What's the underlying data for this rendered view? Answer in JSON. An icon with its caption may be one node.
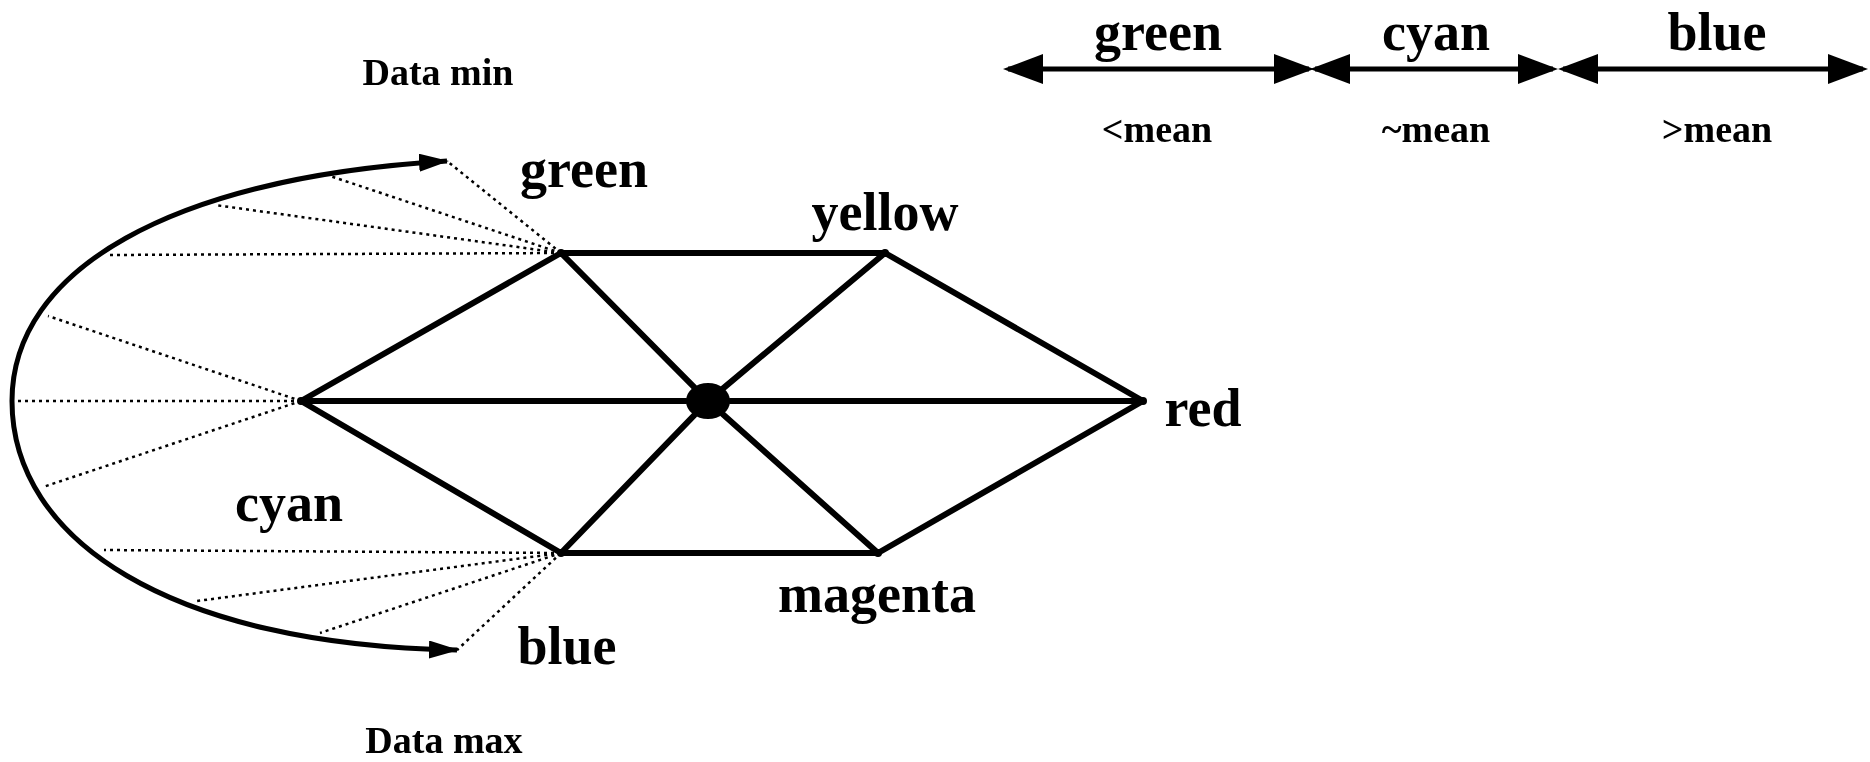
{
  "diagram": {
    "nodes": [
      {
        "text": [],
        "shape": "point",
        "beside": [
          "green"
        ]
      },
      {
        "text": [],
        "shape": "point",
        "beside": [
          "yellow"
        ]
      },
      {
        "text": [],
        "shape": "point",
        "beside": [
          "red"
        ]
      },
      {
        "text": [],
        "shape": "point",
        "beside": [
          "magenta"
        ]
      },
      {
        "text": [],
        "shape": "point",
        "beside": [
          "blue"
        ]
      },
      {
        "text": [],
        "shape": "point",
        "beside": [
          "cyan"
        ]
      },
      {
        "text": [],
        "shape": "circle"
      }
    ],
    "edges": [
      {
        "from": 0,
        "to": 1,
        "arrow": "none"
      },
      {
        "from": 1,
        "to": 2,
        "arrow": "none"
      },
      {
        "from": 2,
        "to": 3,
        "arrow": "none"
      },
      {
        "from": 3,
        "to": 4,
        "arrow": "none"
      },
      {
        "from": 4,
        "to": 5,
        "arrow": "none"
      },
      {
        "from": 5,
        "to": 0,
        "arrow": "none"
      },
      {
        "from": 6,
        "to": 0,
        "arrow": "none"
      },
      {
        "from": 6,
        "to": 1,
        "arrow": "none"
      },
      {
        "from": 6,
        "to": 2,
        "arrow": "none"
      },
      {
        "from": 6,
        "to": 3,
        "arrow": "none"
      },
      {
        "from": 6,
        "to": 4,
        "arrow": "none"
      },
      {
        "from": 6,
        "to": 5,
        "arrow": "none"
      }
    ],
    "labels": [
      "green",
      "cyan",
      "blue",
      "Data min",
      "<mean",
      "~mean",
      ">mean",
      "Data max"
    ]
  }
}
